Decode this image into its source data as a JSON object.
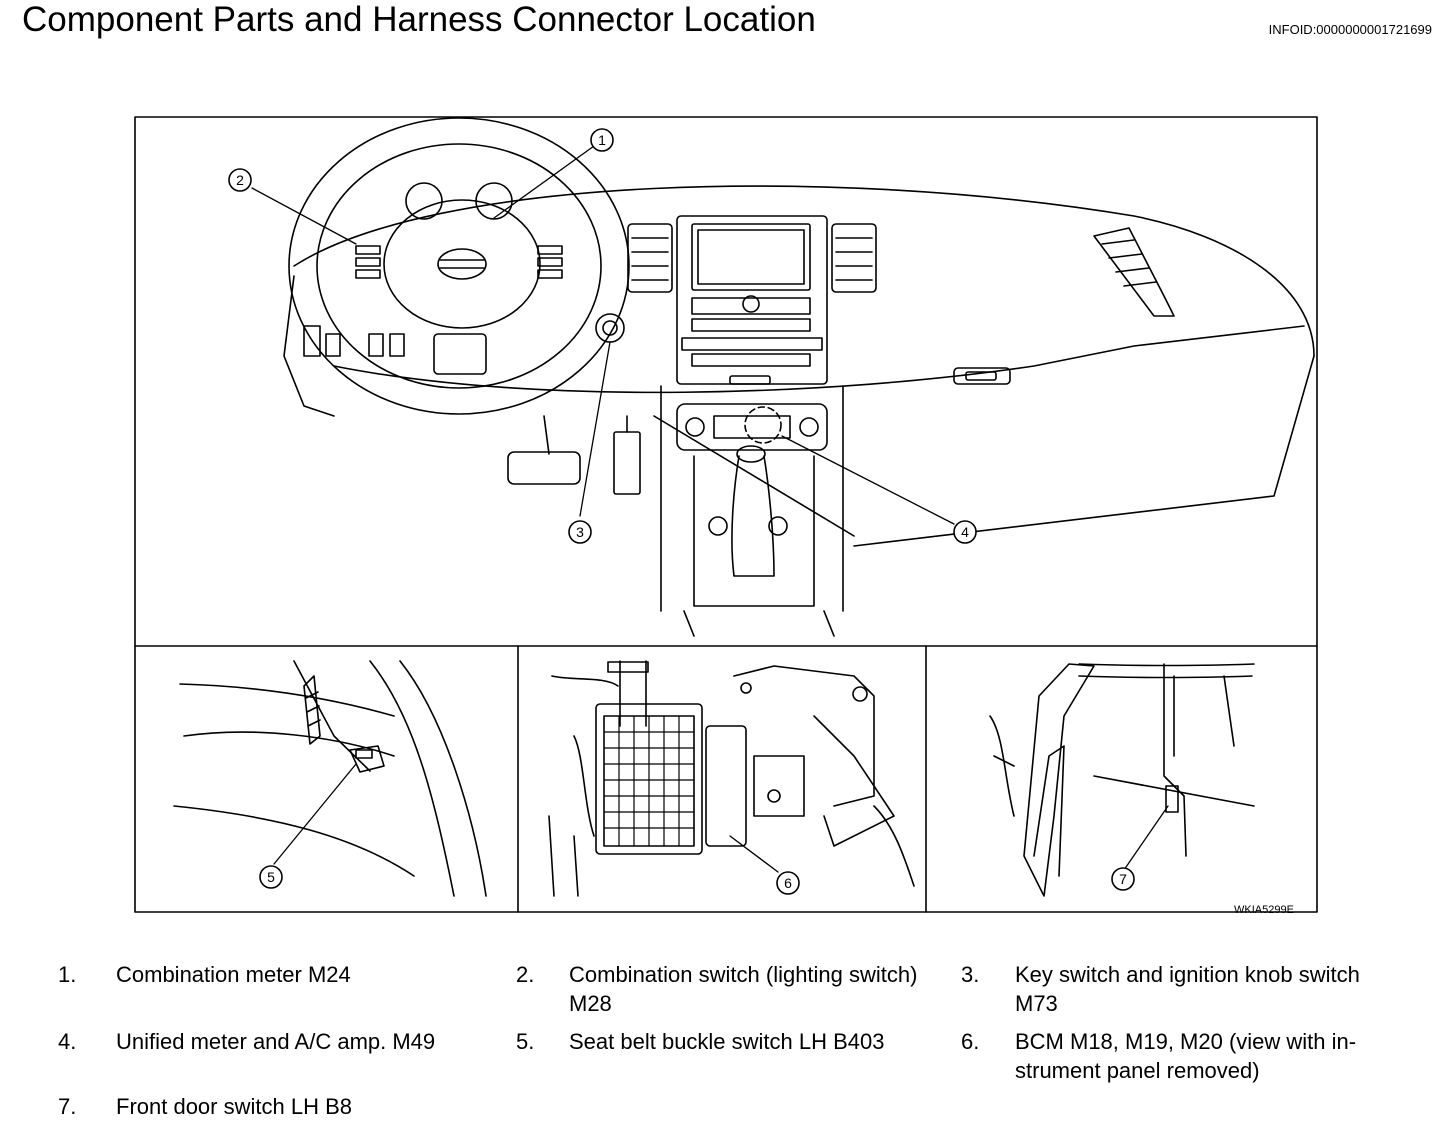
{
  "header": {
    "title": "Component Parts and Harness Connector Location",
    "infoid": "INFOID:0000000001721699"
  },
  "figure": {
    "code": "WKIA5299E",
    "callouts": [
      "1",
      "2",
      "3",
      "4",
      "5",
      "6",
      "7"
    ]
  },
  "legend": [
    {
      "num": "1.",
      "text": "Combination meter M24"
    },
    {
      "num": "2.",
      "text": "Combination switch (lighting switch) M28"
    },
    {
      "num": "3.",
      "text": "Key switch and ignition knob switch M73"
    },
    {
      "num": "4.",
      "text": "Unified meter and A/C amp. M49"
    },
    {
      "num": "5.",
      "text": "Seat belt buckle switch LH B403"
    },
    {
      "num": "6.",
      "text": "BCM M18, M19, M20 (view with in-strument panel removed)"
    },
    {
      "num": "7.",
      "text": "Front door switch LH B8"
    }
  ]
}
